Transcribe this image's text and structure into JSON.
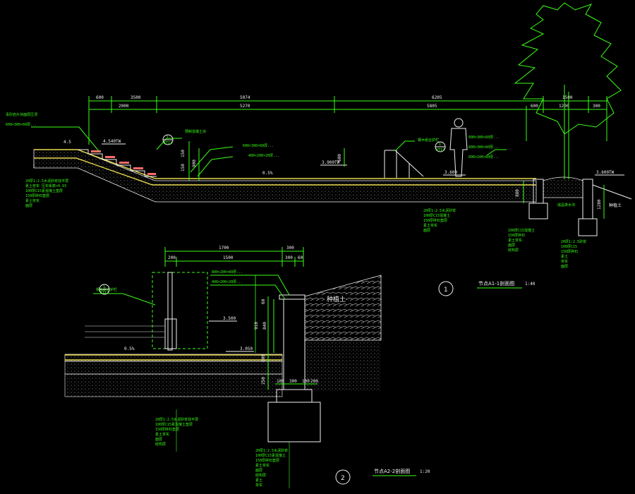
{
  "section1": {
    "dims_top": [
      "600",
      "3500",
      "5074",
      "6205",
      "1500"
    ],
    "dims_second": [
      "2000",
      "5270",
      "5805",
      "600",
      "1200",
      "300"
    ],
    "dims_vertical": [
      "150",
      "150",
      "900",
      "600",
      "1280",
      "880"
    ],
    "slope_left": "4.5",
    "callouts": [
      "600×300×60厚...",
      "600×300×60厚...",
      "400×200×20厚...",
      "600×300×60厚...",
      "600×300×60厚...",
      "600×100×60厚..."
    ],
    "elevations": [
      "4.540TW",
      "3.900TW",
      "3.600",
      "3.600TW"
    ],
    "slope_marks": [
      "0.5%"
    ],
    "detail_tag": {
      "num": "1",
      "sheet": "XT12"
    },
    "detail_tag_b": {
      "num": "1",
      "sheet": "XT12"
    },
    "side_note": "种植土",
    "title": "节点A1-1剖面图",
    "scale": "1:40",
    "number": "1"
  },
  "section2": {
    "dims_top": [
      "1700",
      "300"
    ],
    "dims_second": [
      "200",
      "1500",
      "300",
      "60"
    ],
    "dims_vertical": [
      "60",
      "910",
      "840",
      "600",
      "250"
    ],
    "dims_base": [
      "100",
      "300",
      "100",
      "200"
    ],
    "callouts": [
      "800×200×60厚...",
      "400×200×20厚..."
    ],
    "detail_tag": {
      "num": "1",
      "sheet": "XT12"
    },
    "elevations": [
      "3.500",
      "3.050"
    ],
    "slope_marks": [
      "0.5%"
    ],
    "soil_label": "种植土",
    "title": "节点A2-2剖面图",
    "scale": "1:20",
    "number": "2"
  },
  "colors": {
    "line_green": "#39ff14",
    "line_white": "#f2f2f2",
    "line_yellow": "#e8d84a",
    "background": "#000000"
  }
}
